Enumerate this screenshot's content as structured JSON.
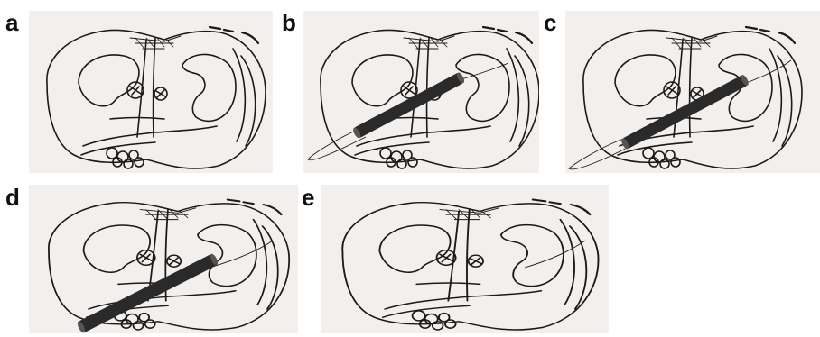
{
  "figure": {
    "panels": [
      {
        "label": "a",
        "shows_cannula": false,
        "shows_suture": false,
        "shows_loop": false
      },
      {
        "label": "b",
        "shows_cannula": true,
        "shows_suture": true,
        "shows_loop": true
      },
      {
        "label": "c",
        "shows_cannula": true,
        "shows_suture": true,
        "shows_loop": true
      },
      {
        "label": "d",
        "shows_cannula": true,
        "shows_suture": true,
        "shows_loop": false
      },
      {
        "label": "e",
        "shows_cannula": false,
        "shows_suture": true,
        "shows_loop": false
      }
    ]
  },
  "colors": {
    "background": "#ffffff",
    "paper": "#f3efec",
    "ink": "#1a1a1a",
    "cannula": "#2a2a2a"
  }
}
